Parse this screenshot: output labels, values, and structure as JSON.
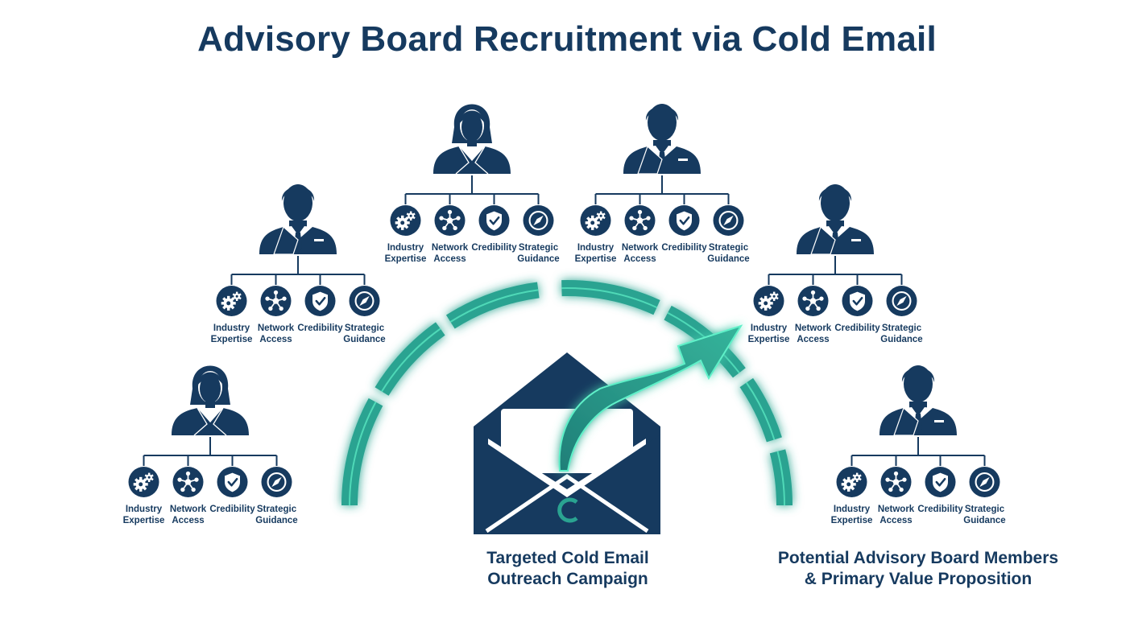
{
  "title": "Advisory Board Recruitment via Cold Email",
  "attributes": [
    {
      "icon": "gears-icon",
      "line1": "Industry",
      "line2": "Expertise"
    },
    {
      "icon": "network-icon",
      "line1": "Network",
      "line2": "Access"
    },
    {
      "icon": "shield-check-icon",
      "line1": "Credibility",
      "line2": ""
    },
    {
      "icon": "compass-icon",
      "line1": "Strategic",
      "line2": "Guidance"
    }
  ],
  "members": [
    {
      "gender": "male"
    },
    {
      "gender": "female"
    },
    {
      "gender": "female"
    },
    {
      "gender": "male"
    },
    {
      "gender": "male"
    },
    {
      "gender": "male"
    }
  ],
  "colors": {
    "navy": "#163a5f",
    "teal": "#2aa391",
    "glow": "#5ff0c8"
  },
  "captions": {
    "campaign_line1": "Targeted Cold Email",
    "campaign_line2": "Outreach Campaign",
    "members_line1": "Potential Advisory Board Members",
    "members_line2": "& Primary Value Proposition"
  }
}
